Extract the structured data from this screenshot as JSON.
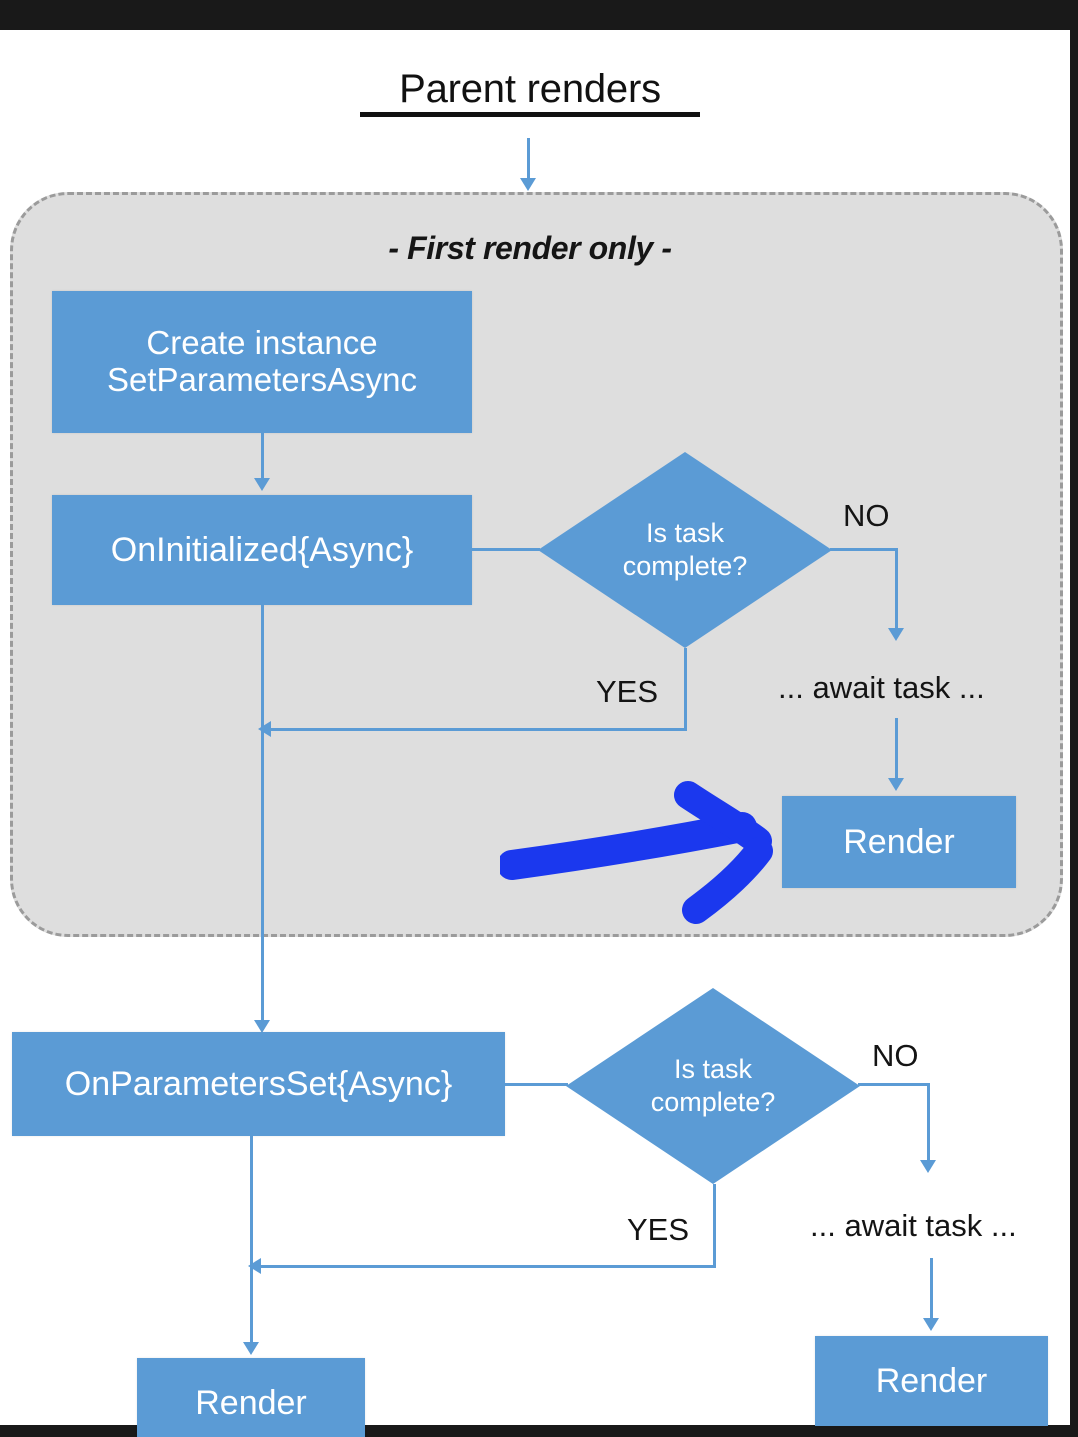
{
  "diagram": {
    "title": "Parent renders",
    "panel_title": "- First render only -",
    "colors": {
      "box_blue": "#5b9bd5",
      "panel_gray": "#dedede",
      "panel_border_gray": "#9b9b9b",
      "connector_blue": "#5b9bd5",
      "annotation_blue": "#1b38ee",
      "letterbox_black": "#191919",
      "text_dark": "#141414",
      "box_text": "#ffffff"
    },
    "first_render_panel": {
      "create_instance_box": {
        "line1": "Create instance",
        "line2": "SetParametersAsync"
      },
      "on_initialized_box": "OnInitialized{Async}",
      "decision": {
        "line1": "Is task",
        "line2": "complete?"
      },
      "no_label": "NO",
      "yes_label": "YES",
      "await_label": "... await task ...",
      "render_box": "Render"
    },
    "parameters_set_section": {
      "on_parameters_set_box": "OnParametersSet{Async}",
      "decision": {
        "line1": "Is task",
        "line2": "complete?"
      },
      "no_label": "NO",
      "yes_label": "YES",
      "await_label": "... await task ...",
      "render_box_left": "Render",
      "render_box_right": "Render"
    },
    "annotation": {
      "icon": "blue-arrow-pointing-right",
      "points_to": "Render"
    }
  }
}
